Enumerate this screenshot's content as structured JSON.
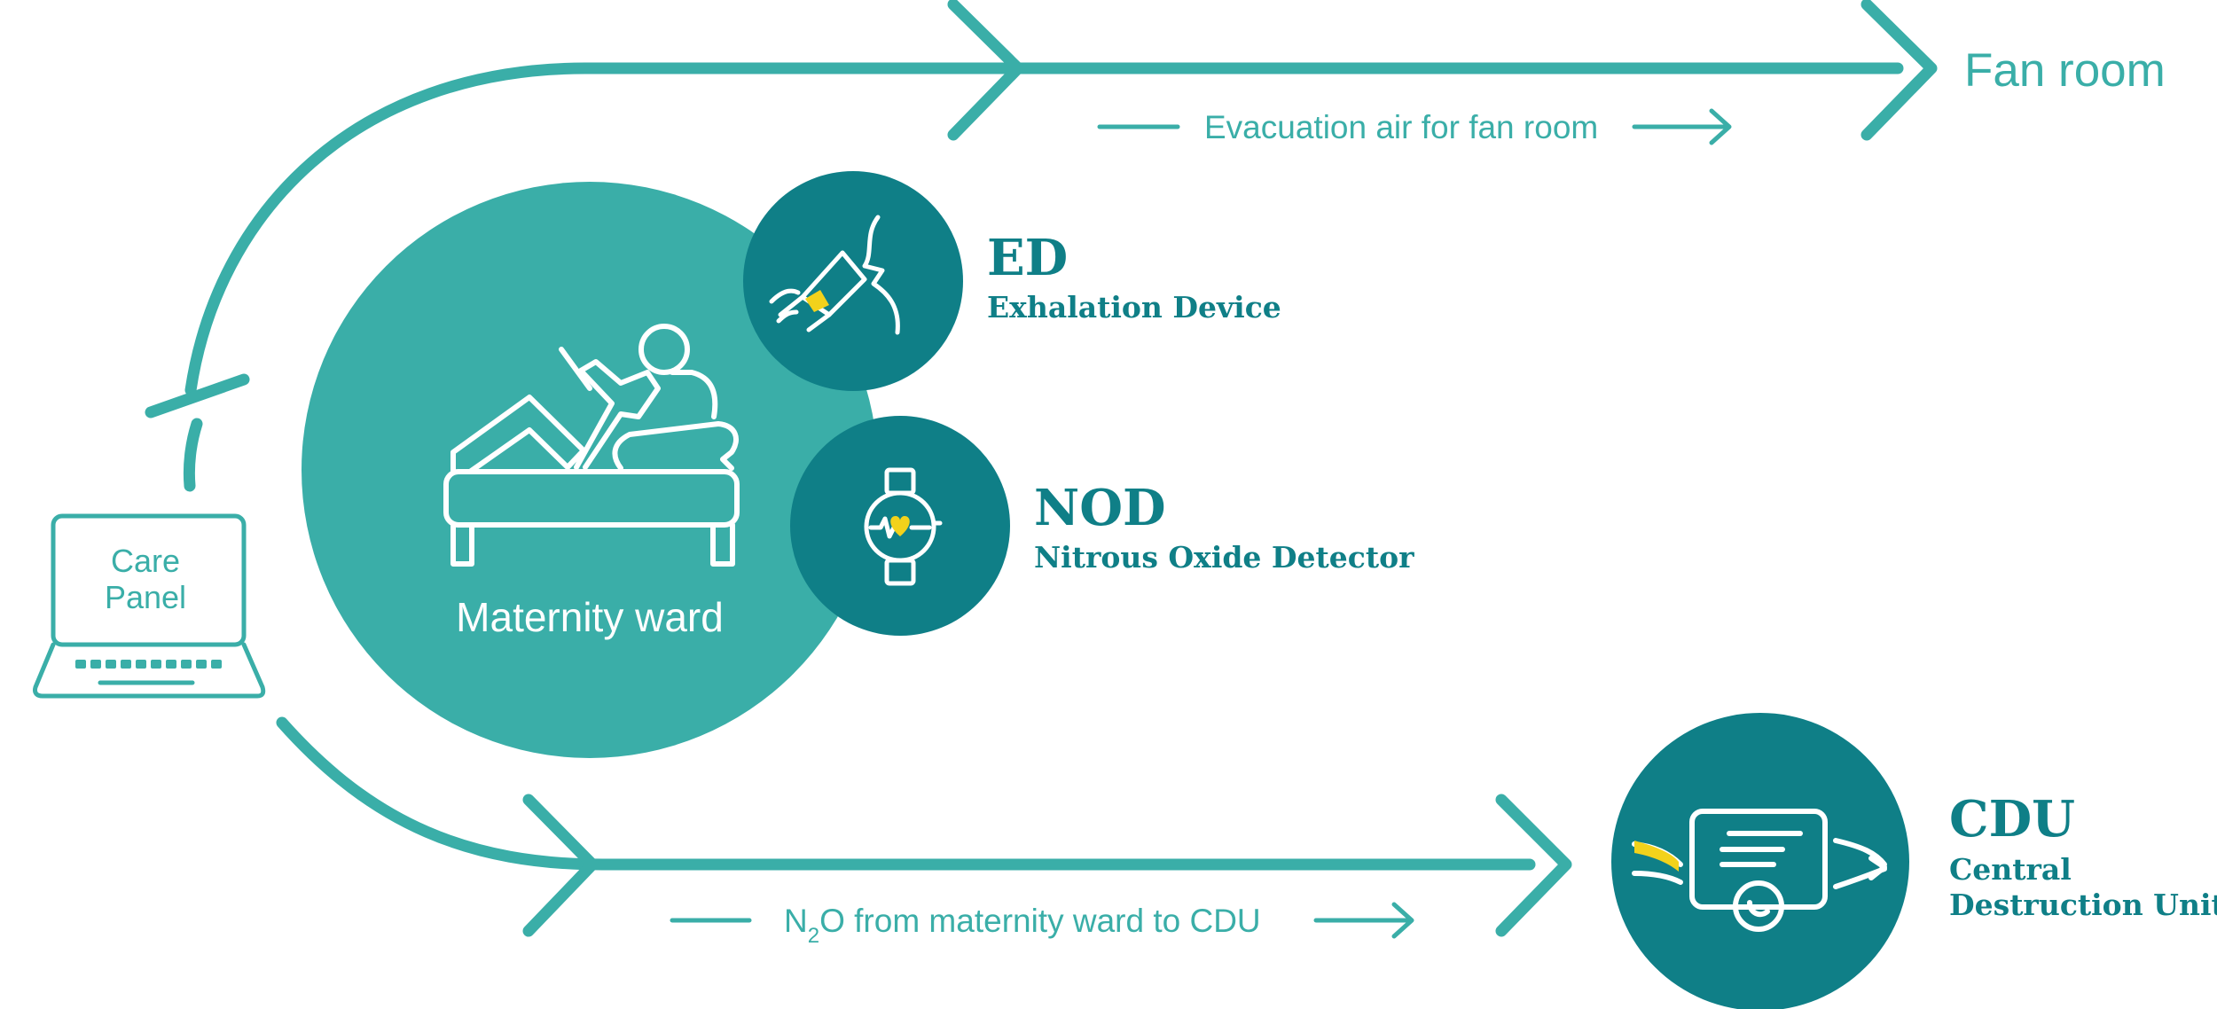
{
  "colors": {
    "teal_line": "#3aaea8",
    "teal_light": "#3aaea8",
    "teal_dark": "#0f7f87",
    "white": "#ffffff",
    "yellow": "#f2d21b"
  },
  "labels": {
    "fan_room": "Fan room",
    "evacuation_air": "Evacuation air for fan room",
    "maternity_ward": "Maternity ward",
    "care_panel_line1": "Care",
    "care_panel_line2": "Panel",
    "n2o_flow_prefix": "N",
    "n2o_flow_subscript": "2",
    "n2o_flow_rest": "O from maternity ward to CDU"
  },
  "devices": {
    "ed": {
      "abbr": "ED",
      "name": "Exhalation Device",
      "icon": "mask-face-icon"
    },
    "nod": {
      "abbr": "NOD",
      "name": "Nitrous Oxide Detector",
      "icon": "smartwatch-heart-icon"
    },
    "cdu": {
      "abbr": "CDU",
      "name_line1": "Central",
      "name_line2": "Destruction Unit",
      "icon": "destruction-unit-icon"
    }
  },
  "icons": {
    "bed": "patient-bed-icon",
    "laptop": "laptop-icon"
  }
}
